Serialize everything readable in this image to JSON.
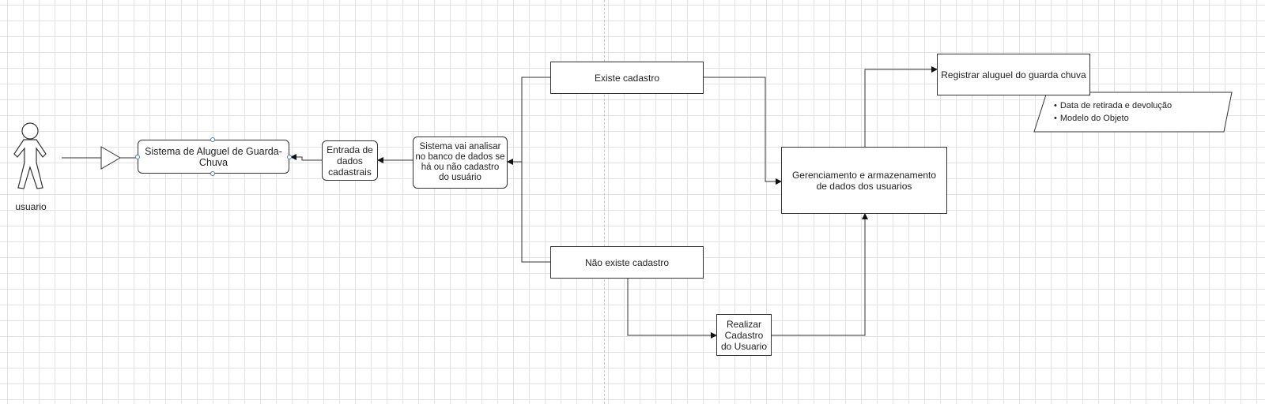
{
  "actor": {
    "label": "usuario"
  },
  "nodes": {
    "sistema": "Sistema de Aluguel de Guarda-Chuva",
    "entrada": "Entrada de dados cadastrais",
    "analisar": "Sistema vai analisar no banco de dados se há ou não cadastro do usuário",
    "existe": "Existe cadastro",
    "nao_existe": "Não existe cadastro",
    "realizar": "Realizar Cadastro do Usuario",
    "gerenciamento": "Gerenciamento e armazenamento de dados dos usuarios",
    "registrar": "Registrar aluguel do guarda chuva"
  },
  "data_items": [
    "Data de retirada e devolução",
    "Modelo do Objeto"
  ],
  "colors": {
    "line": "#333333",
    "grid": "#e4e4e4",
    "handle": "#4a7fc0"
  }
}
